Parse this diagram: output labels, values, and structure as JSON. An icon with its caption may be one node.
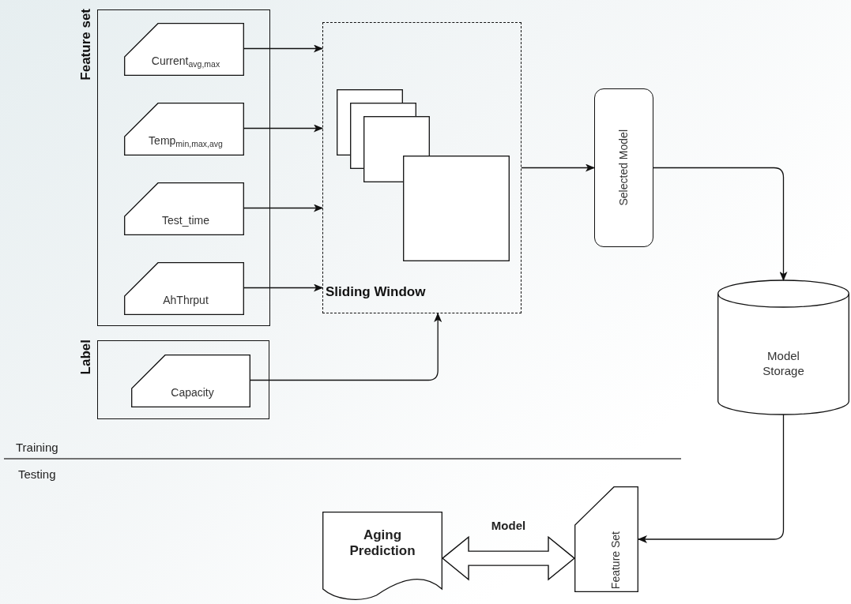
{
  "diagram": {
    "nodes": [
      {
        "text": [
          "Feature set"
        ]
      },
      {
        "text": [
          "Current$_{avg,max}$"
        ],
        "in": 0
      },
      {
        "text": [
          "Temp$_{min,max,avg}$"
        ],
        "in": 0
      },
      {
        "text": [
          "Test_time"
        ],
        "in": 0
      },
      {
        "text": [
          "AhThrput"
        ],
        "in": 0
      },
      {
        "text": [
          "Label"
        ]
      },
      {
        "text": [
          "Capacity"
        ],
        "in": 5
      },
      {
        "text": [
          "Sliding Window"
        ]
      },
      {
        "text": [],
        "shape": "box",
        "in": 7
      },
      {
        "text": [],
        "shape": "box",
        "in": 7
      },
      {
        "text": [],
        "shape": "box",
        "in": 7
      },
      {
        "text": [],
        "shape": "box",
        "in": 7
      },
      {
        "text": [
          "Selected Model"
        ]
      },
      {
        "text": [
          "Model Storage"
        ]
      },
      {
        "text": [
          "Aging Prediction"
        ]
      },
      {
        "text": [
          "Feature Set"
        ]
      }
    ],
    "edges": [
      {
        "from": 1,
        "to": 7,
        "arrow": "to"
      },
      {
        "from": 2,
        "to": 7,
        "arrow": "to"
      },
      {
        "from": 3,
        "to": 7,
        "arrow": "to"
      },
      {
        "from": 4,
        "to": 7,
        "arrow": "to"
      },
      {
        "from": 6,
        "to": 7,
        "arrow": "to"
      },
      {
        "from": 7,
        "to": 12,
        "arrow": "to"
      },
      {
        "from": 12,
        "to": 13,
        "arrow": "to"
      },
      {
        "from": 13,
        "to": 15,
        "arrow": "to"
      },
      {
        "from": 14,
        "to": 15,
        "arrow": "both",
        "label": "Model",
        "style": "thick"
      }
    ],
    "labels": [
      "Training",
      "Testing"
    ]
  }
}
